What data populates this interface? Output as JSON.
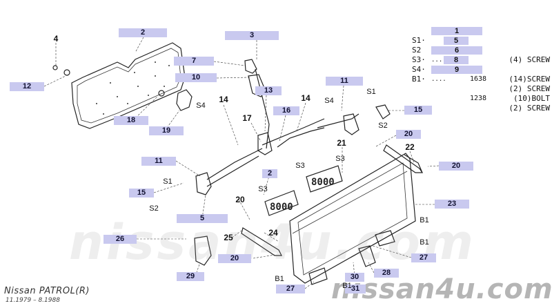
{
  "callouts": [
    {
      "id": "c4",
      "text": "4"
    },
    {
      "id": "c2a",
      "text": "2"
    },
    {
      "id": "c3a",
      "text": "3"
    },
    {
      "id": "c7",
      "text": "7"
    },
    {
      "id": "c10",
      "text": "10"
    },
    {
      "id": "c12",
      "text": "12"
    },
    {
      "id": "c13",
      "text": "13"
    },
    {
      "id": "c11a",
      "text": "11"
    },
    {
      "id": "c14a",
      "text": "14"
    },
    {
      "id": "c14b",
      "text": "14"
    },
    {
      "id": "c16",
      "text": "16"
    },
    {
      "id": "c17",
      "text": "17"
    },
    {
      "id": "c18",
      "text": "18"
    },
    {
      "id": "c19",
      "text": "19"
    },
    {
      "id": "c15a",
      "text": "15"
    },
    {
      "id": "c20a",
      "text": "20"
    },
    {
      "id": "c22",
      "text": "22"
    },
    {
      "id": "c20b",
      "text": "20"
    },
    {
      "id": "c11b",
      "text": "11"
    },
    {
      "id": "c21",
      "text": "21"
    },
    {
      "id": "c2b",
      "text": "2"
    },
    {
      "id": "c15b",
      "text": "15"
    },
    {
      "id": "c20c",
      "text": "20"
    },
    {
      "id": "c23",
      "text": "23"
    },
    {
      "id": "c5",
      "text": "5"
    },
    {
      "id": "c24",
      "text": "24"
    },
    {
      "id": "c25",
      "text": "25"
    },
    {
      "id": "c26",
      "text": "26"
    },
    {
      "id": "c20d",
      "text": "20"
    },
    {
      "id": "c27a",
      "text": "27"
    },
    {
      "id": "c28",
      "text": "28"
    },
    {
      "id": "c29",
      "text": "29"
    },
    {
      "id": "c30",
      "text": "30"
    },
    {
      "id": "c27b",
      "text": "27"
    },
    {
      "id": "c31",
      "text": "31"
    }
  ],
  "fastener_labels": {
    "s1_a": "S1",
    "s2_a": "S2",
    "s4_a": "S4",
    "s4_b": "S4",
    "s3_a": "S3",
    "s3_b": "S3",
    "s3_c": "S3",
    "s1_b": "S1",
    "s2_b": "S2",
    "b1_a": "B1",
    "b1_b": "B1",
    "b1_c": "B1",
    "b1_d": "B1"
  },
  "legend": [
    {
      "code": "S1·",
      "dots": "",
      "part": "1",
      "size": "",
      "desc": "(4) SCREW"
    },
    {
      "code": "S2",
      "dots": "....",
      "part": "5",
      "size": "1638",
      "desc": "(2) SCREW"
    },
    {
      "code": "S3·",
      "dots": "",
      "part": "6",
      "size": "",
      "desc": "(14)SCREW"
    },
    {
      "code": "S4·",
      "dots": "....",
      "part": "8",
      "size": "1238",
      "desc": "(2) SCREW"
    },
    {
      "code": "B1·",
      "dots": "",
      "part": "9",
      "size": "",
      "desc": "(10)BOLT"
    }
  ],
  "branding": {
    "model": "Nissan PATROL(R)",
    "dates": "11.1979  –  8.1988"
  },
  "watermark": {
    "text": "nissan4u.com"
  },
  "colors": {
    "callout_bg": "#c9c9ef",
    "ink": "#222222"
  }
}
